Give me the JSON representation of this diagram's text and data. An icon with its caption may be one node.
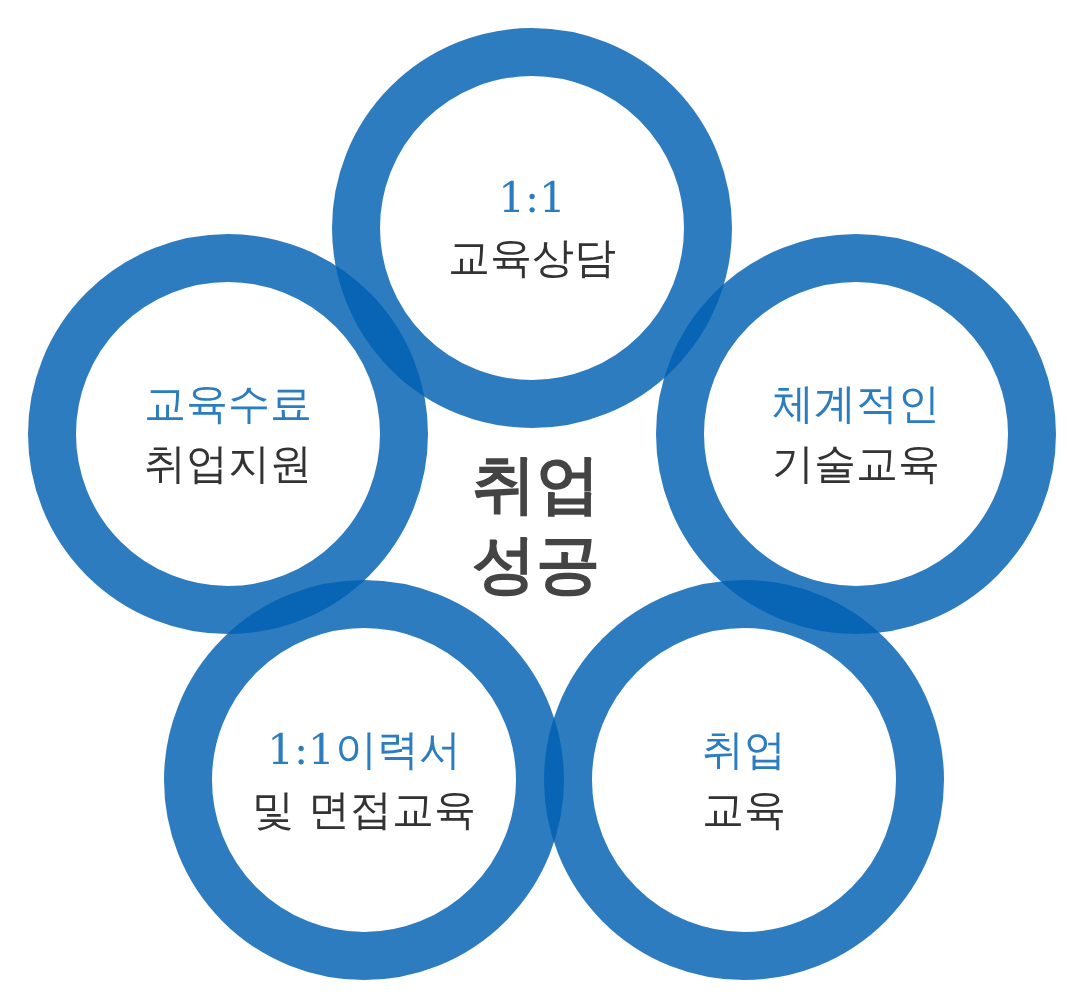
{
  "diagram": {
    "nodes": [
      {
        "text": [
          "1:1",
          "교육상담"
        ]
      },
      {
        "text": [
          "교육수료",
          "취업지원"
        ]
      },
      {
        "text": [
          "체계적인",
          "기술교육"
        ]
      },
      {
        "text": [
          "1:1이력서",
          "및 면접교육"
        ]
      },
      {
        "text": [
          "취업",
          "교육"
        ]
      }
    ],
    "labels": [
      "취업 성공"
    ]
  }
}
